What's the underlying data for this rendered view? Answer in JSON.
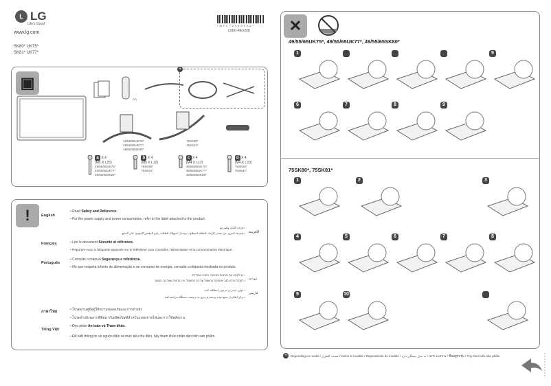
{
  "header": {
    "brand": "LG",
    "tagline": "Life's Good",
    "url": "www.lg.com",
    "models_line1": "SK80* UK75*",
    "models_line2": "SK81* UK77*",
    "barcode_text": "*MFL70340102*",
    "revision": "(1801-REV00)"
  },
  "components": {
    "battery_label": "AA",
    "stand_a_models": "49/55/65UK75*\n49/55/65UK77*\n49/55/65SK80*",
    "stand_b_models": "75SK80*\n75SK81*",
    "screws": [
      {
        "id": "a",
        "qty": "X 4",
        "size": "(M5 X L25)",
        "models": "49/55/65UK75*\n49/55/65UK77*\n49/55/65SK80*"
      },
      {
        "id": "b",
        "qty": "X 4",
        "size": "(M5 X L12)",
        "models": "75SK80*\n75SK81*"
      },
      {
        "id": "c",
        "qty": "X 4",
        "size": "(M4 X L12)",
        "models": "49/55/65UK75*\n49/55/65UK77*\n49/55/65SK80*"
      },
      {
        "id": "d",
        "qty": "X 4",
        "size": "(M4 X L20)",
        "models": "75SK80*\n75SK81*"
      }
    ]
  },
  "notices": {
    "english": {
      "label": "English",
      "line1_pre": "• Read ",
      "line1_bold": "Safety and Reference.",
      "line2": "• For the power supply and power consumption, refer to the label attached to the product."
    },
    "arabic": {
      "label": "العربية",
      "line1": "• قراءة الأمان والمرجع.",
      "line2": "• لمعرفة المزود عن مصدر الإمداد بالطاقة المطلوب ومعدل استهلاك الطاقة، راجع الملصق الموجود على المنتج."
    },
    "french": {
      "label": "Français",
      "line1_pre": "• Lire le document ",
      "line1_bold": "Sécurité et référence.",
      "line2": "• Reportez-vous à l'étiquette apposée sur le téléviseur pour connaître l'alimentation et la consommation électrique."
    },
    "portuguese": {
      "label": "Português",
      "line1_pre": "• Consulte o manual ",
      "line1_bold": "Segurança e referência.",
      "line2": "• No que respeita à fonte de alimentação e ao consumo de energia, consulte a etiqueta mostrada no produto."
    },
    "hebrew": {
      "label": "עברית",
      "line1": "• יש לקרוא את הוראות בטיחות, הפניה ואחריות.",
      "line2": "• לקבלת מידע לגבי אספקת החשמל וצריכת החשמל, עיין בתווית שעל גבי המוצר."
    },
    "farsi": {
      "label": "فارسی",
      "line1": "• موارد ایمنی و مرجع را مطالعه کنید.",
      "line2": "• برای اطلاع از منبع تغذیه و مصرف برق به برچسب دستگاه مراجعه کنید."
    },
    "thai": {
      "label": "ภาษาไทย",
      "line1": "• โปรดอ่านคู่มือผู้ใช้ความปลอดภัยและการอ้างอิง",
      "line2": "• โปรดอ้างอิงฉลากที่ติดมากับผลิตภัณฑ์สำหรับแหล่งจ่ายไฟและการใช้พลังงาน"
    },
    "vietnamese": {
      "label": "Tiếng Việt",
      "line1_pre": "• Đọc phần ",
      "line1_bold": "An toàn và Tham khảo.",
      "line2": "• Để biết thông tin về nguồn điện và mức tiêu thụ điện, hãy tham khảo nhãn dán trên sản phẩm."
    }
  },
  "assembly": {
    "section1_title": "49/55/65UK75*, 49/55/65UK77*, 49/55/65SK80*",
    "section1_steps": [
      "1",
      "",
      "",
      "",
      "5",
      "6",
      "7",
      "8",
      "9"
    ],
    "section2_title": "75SK80*, 75SK81*",
    "section2_steps": [
      "1",
      "2",
      "3",
      "4",
      "5",
      "6",
      "7",
      "8",
      "9",
      "10",
      ""
    ]
  },
  "footer": {
    "note": "Depending on model / حسب الطراز / Selon le modèle / Dependendo do modelo / בהתאם לדגם / به مدل بستگی دارد / ขึ้นอยู่กับรุ่น / Tùy theo kiểu sản phẩm"
  }
}
